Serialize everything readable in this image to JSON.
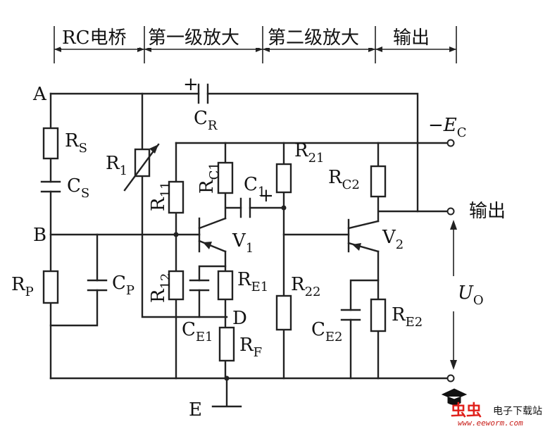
{
  "header": {
    "section_1": "RC电桥",
    "section_2": "第一级放大",
    "section_3": "第二级放大",
    "section_4": "输出"
  },
  "nodes": {
    "a": "A",
    "b": "B",
    "d": "D",
    "e": "E"
  },
  "components": {
    "rs": {
      "main": "R",
      "sub": "S"
    },
    "cs": {
      "main": "C",
      "sub": "S"
    },
    "rp": {
      "main": "R",
      "sub": "P"
    },
    "cp": {
      "main": "C",
      "sub": "P"
    },
    "r1": {
      "main": "R",
      "sub": "1"
    },
    "cr": {
      "main": "C",
      "sub": "R"
    },
    "r11": {
      "main": "R",
      "sub": "11"
    },
    "r12": {
      "main": "R",
      "sub": "12"
    },
    "rc1": {
      "main": "R",
      "sub": "C1"
    },
    "c1": {
      "main": "C",
      "sub": "1"
    },
    "v1": {
      "main": "V",
      "sub": "1"
    },
    "re1": {
      "main": "R",
      "sub": "E1"
    },
    "ce1": {
      "main": "C",
      "sub": "E1"
    },
    "rf": {
      "main": "R",
      "sub": "F"
    },
    "r21": {
      "main": "R",
      "sub": "21"
    },
    "r22": {
      "main": "R",
      "sub": "22"
    },
    "rc2": {
      "main": "R",
      "sub": "C2"
    },
    "v2": {
      "main": "V",
      "sub": "2"
    },
    "re2": {
      "main": "R",
      "sub": "E2"
    },
    "ce2": {
      "main": "C",
      "sub": "E2"
    }
  },
  "supply": {
    "sign": "−",
    "main": "E",
    "sub": "C"
  },
  "output_label": "输出",
  "uo": {
    "main": "U",
    "sub": "O"
  },
  "polarity": {
    "plus": "+"
  },
  "watermark": {
    "brand": "虫虫",
    "site_name": "电子下载站",
    "url": "www.eeworm.com"
  }
}
